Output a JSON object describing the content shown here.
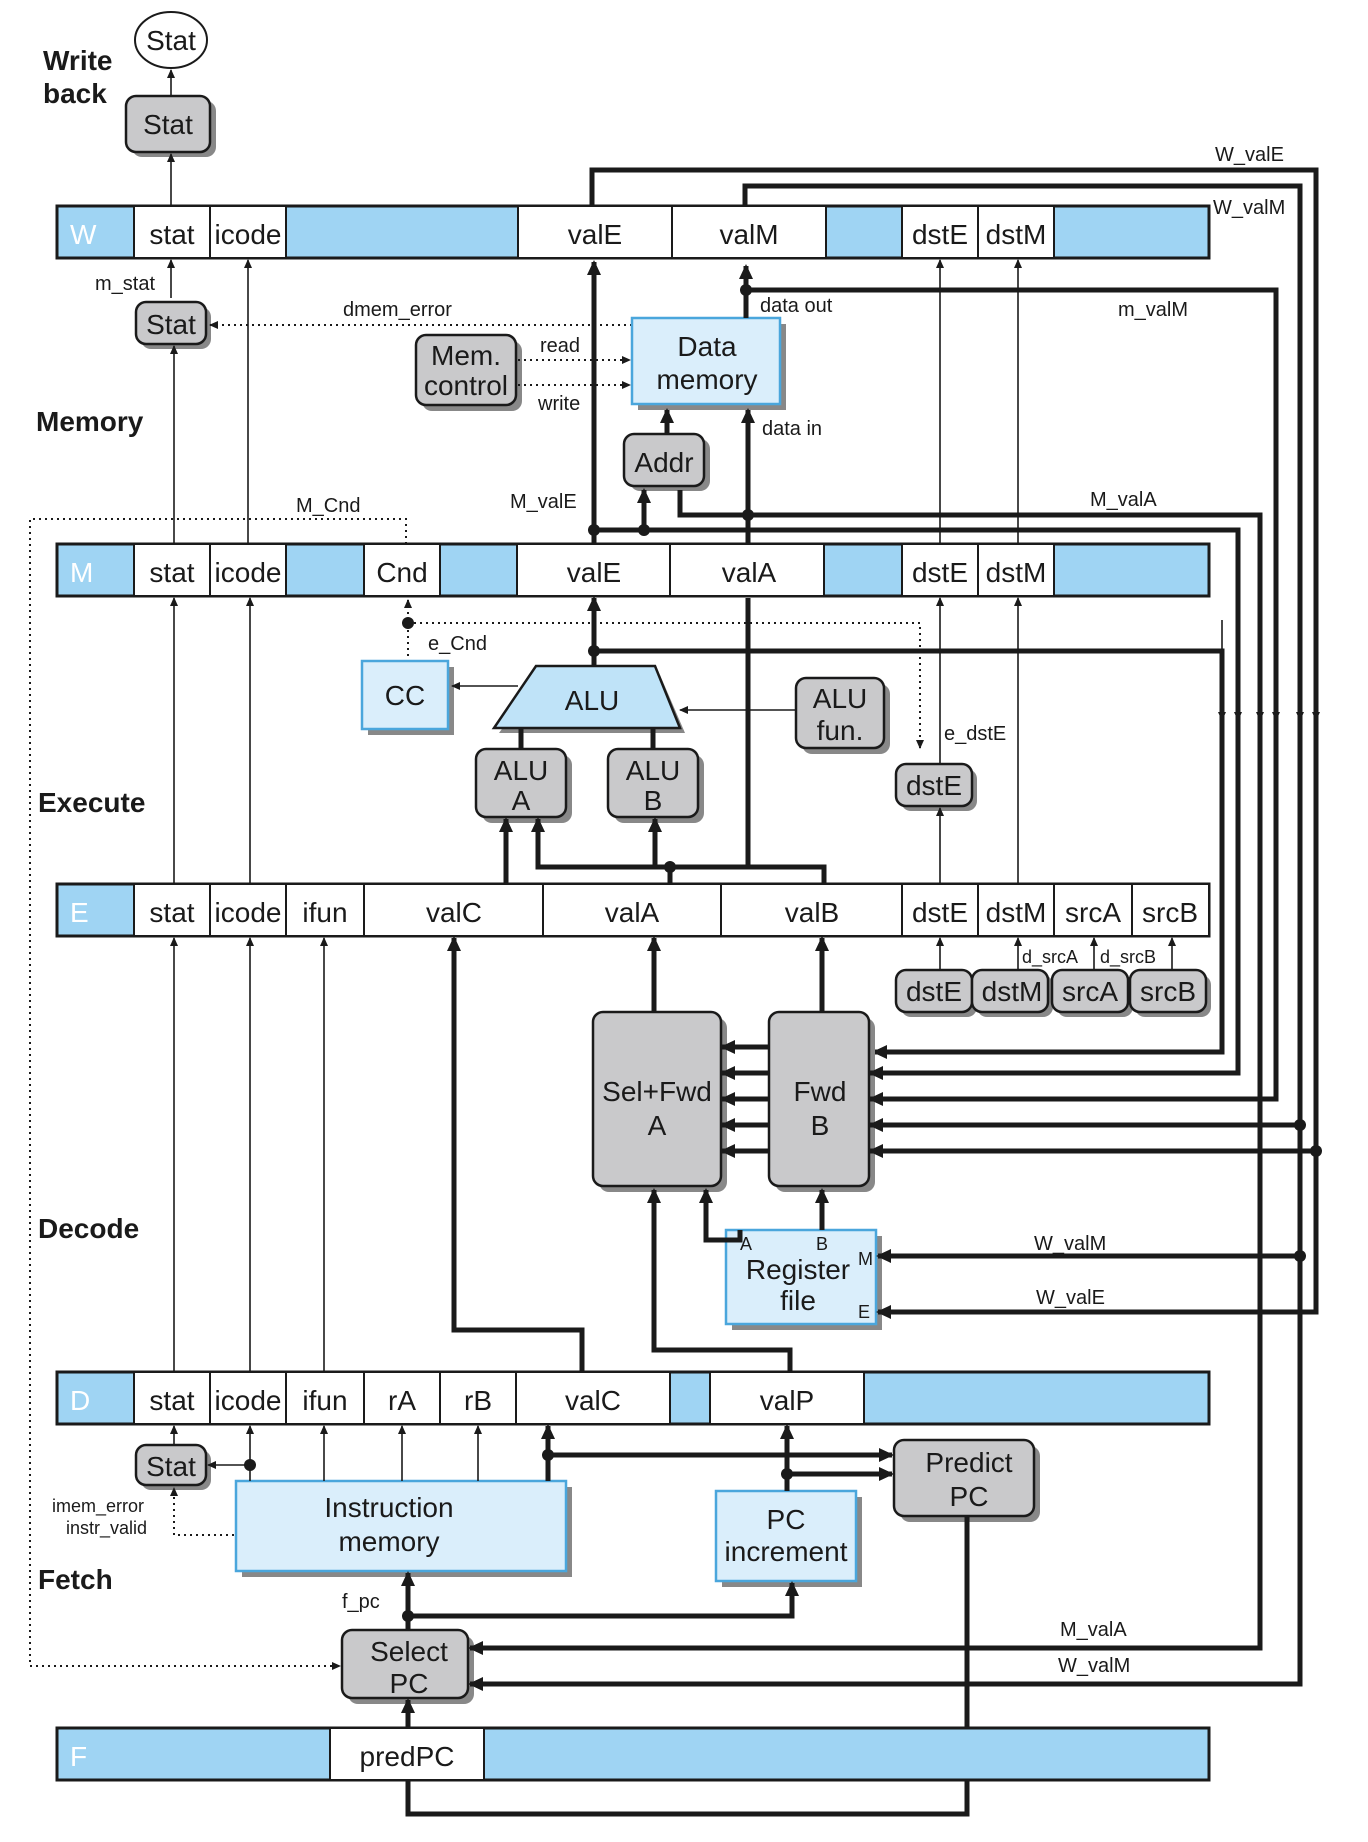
{
  "stages": {
    "writeback": "Write\nback",
    "memory": "Memory",
    "execute": "Execute",
    "decode": "Decode",
    "fetch": "Fetch"
  },
  "registers": {
    "W": {
      "name": "W",
      "fields": [
        "stat",
        "icode",
        "valE",
        "valM",
        "dstE",
        "dstM"
      ]
    },
    "M": {
      "name": "M",
      "fields": [
        "stat",
        "icode",
        "Cnd",
        "valE",
        "valA",
        "dstE",
        "dstM"
      ]
    },
    "E": {
      "name": "E",
      "fields": [
        "stat",
        "icode",
        "ifun",
        "valC",
        "valA",
        "valB",
        "dstE",
        "dstM",
        "srcA",
        "srcB"
      ]
    },
    "D": {
      "name": "D",
      "fields": [
        "stat",
        "icode",
        "ifun",
        "rA",
        "rB",
        "valC",
        "valP"
      ]
    },
    "F": {
      "name": "F",
      "fields": [
        "predPC"
      ]
    }
  },
  "blocks": {
    "stat_oval": "Stat",
    "stat_w": "Stat",
    "stat_m": "Stat",
    "mem_control": [
      "Mem.",
      "control"
    ],
    "data_memory": [
      "Data",
      "memory"
    ],
    "addr": "Addr",
    "cc": "CC",
    "alu": "ALU",
    "alu_fun": [
      "ALU",
      "fun."
    ],
    "alu_a": [
      "ALU",
      "A"
    ],
    "alu_b": [
      "ALU",
      "B"
    ],
    "dstE_exec": "dstE",
    "decode_regs": [
      "dstE",
      "dstM",
      "srcA",
      "srcB"
    ],
    "sel_fwd_a": [
      "Sel+Fwd",
      "A"
    ],
    "fwd_b": [
      "Fwd",
      "B"
    ],
    "register_file": [
      "Register",
      "file"
    ],
    "regfile_ports": [
      "A",
      "B",
      "M",
      "E"
    ],
    "stat_f": "Stat",
    "instruction_memory": [
      "Instruction",
      "memory"
    ],
    "pc_increment": [
      "PC",
      "increment"
    ],
    "predict_pc": [
      "Predict",
      "PC"
    ],
    "select_pc": [
      "Select",
      "PC"
    ]
  },
  "signals": {
    "W_valE_top": "W_valE",
    "W_valM_top": "W_valM",
    "m_stat": "m_stat",
    "dmem_error": "dmem_error",
    "data_out": "data out",
    "m_valM": "m_valM",
    "read": "read",
    "write": "write",
    "data_in": "data in",
    "M_Cnd": "M_Cnd",
    "M_valE": "M_valE",
    "M_valA_top": "M_valA",
    "e_Cnd": "e_Cnd",
    "e_dstE": "e_dstE",
    "d_srcA": "d_srcA",
    "d_srcB": "d_srcB",
    "W_valM_rf": "W_valM",
    "W_valE_rf": "W_valE",
    "imem_error": "imem_error",
    "instr_valid": "instr_valid",
    "f_pc": "f_pc",
    "M_valA_bottom": "M_valA",
    "W_valM_bottom": "W_valM"
  },
  "colors": {
    "register_bar": "#9fd4f3",
    "hardware_block": "#c9c9cb",
    "memory_block": "#daeefb"
  }
}
